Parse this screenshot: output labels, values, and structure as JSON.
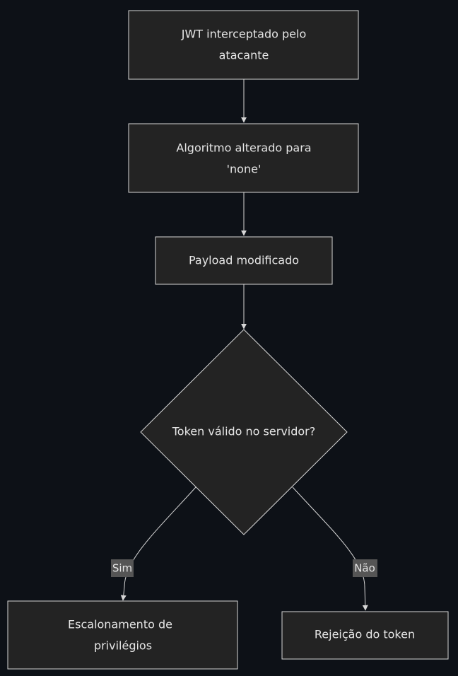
{
  "nodes": {
    "intercepted": {
      "lines": [
        "JWT interceptado pelo",
        "atacante"
      ]
    },
    "algorithm": {
      "lines": [
        "Algoritmo alterado para",
        "'none'"
      ]
    },
    "payload": {
      "lines": [
        "Payload modificado"
      ]
    },
    "decision": {
      "lines": [
        "Token válido no servidor?"
      ]
    },
    "escalation": {
      "lines": [
        "Escalonamento de",
        "privilégios"
      ]
    },
    "rejection": {
      "lines": [
        "Rejeição do token"
      ]
    }
  },
  "edges": {
    "yes_label": "Sim",
    "no_label": "Não"
  },
  "colors": {
    "background": "#0d1117",
    "node_fill": "#232323",
    "node_stroke": "#d6d6d6",
    "text": "#e6e6e6",
    "edge_label_bg": "#555555"
  }
}
